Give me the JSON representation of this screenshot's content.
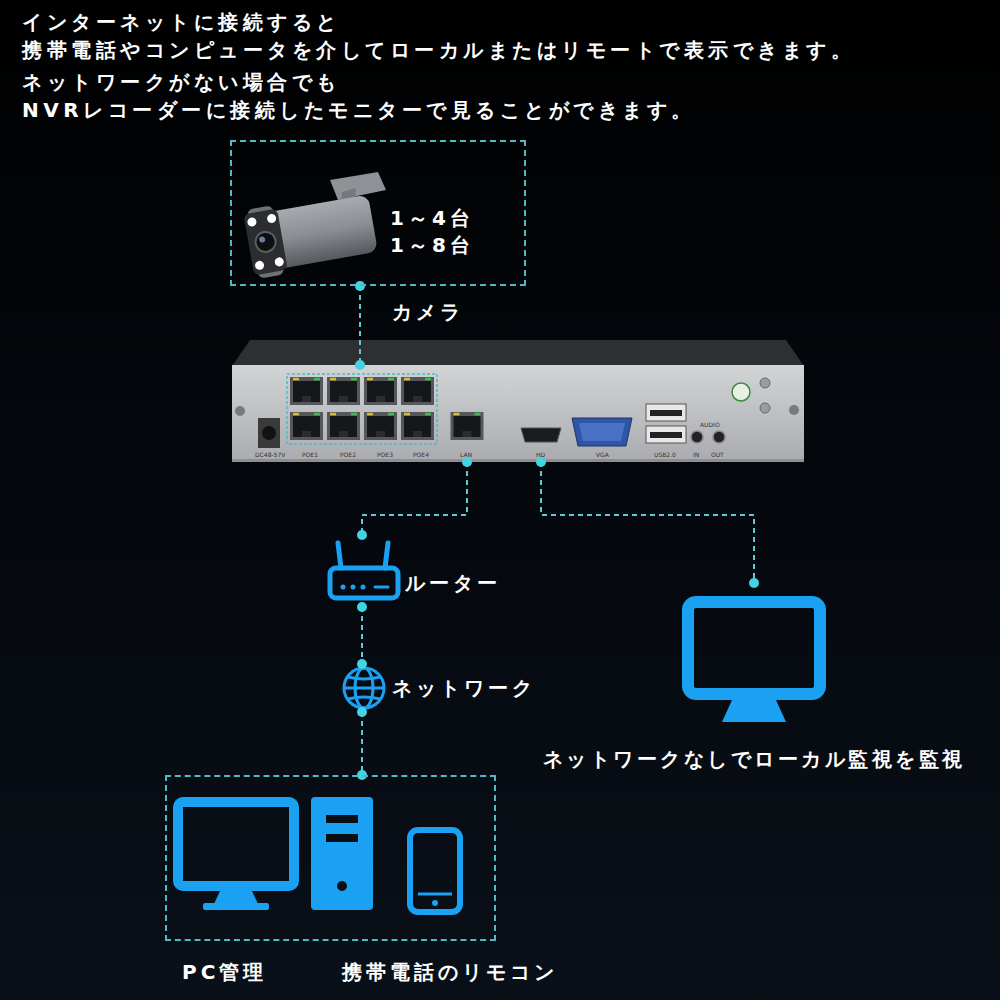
{
  "diagram": {
    "nodes": [
      {
        "text": [
          "1～4台",
          "1～8台",
          "カメラ"
        ]
      },
      {
        "text": [
          "DC48-57V",
          "POE1",
          "POE2",
          "POE3",
          "POE4",
          "LAN",
          "HD",
          "VGA",
          "USB2.0",
          "AUDIO",
          "IN",
          "OUT"
        ]
      },
      {
        "text": [
          "ルーター"
        ]
      },
      {
        "text": [
          "ネットワーク"
        ]
      },
      {
        "text": [
          "ネットワークなしでローカル監視を監視"
        ]
      },
      {
        "text": [
          "PC管理",
          "携帯電話のリモコン"
        ]
      }
    ],
    "edges": [
      {
        "from": 0,
        "to": 1,
        "arrow": "none"
      },
      {
        "from": 1,
        "to": 2,
        "arrow": "none"
      },
      {
        "from": 2,
        "to": 3,
        "arrow": "none"
      },
      {
        "from": 3,
        "to": 5,
        "arrow": "none"
      },
      {
        "from": 1,
        "to": 4,
        "arrow": "none"
      }
    ],
    "labels": [
      "インターネットに接続すると 携帯電話やコンピュータを介してローカルまたはリモートで表示できます。",
      "ネットワークがない場合でも NVRレコーダーに接続したモニターで見ることができます。"
    ]
  }
}
